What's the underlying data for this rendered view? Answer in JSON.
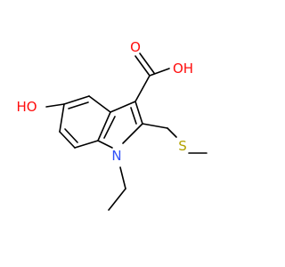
{
  "molecule": {
    "atoms": {
      "oh_acid": {
        "label": "OH",
        "color": "#ff0d0d"
      },
      "o_carbonyl": {
        "label": "O",
        "color": "#ff0d0d"
      },
      "ho_phenol": {
        "label": "HO",
        "color": "#ff0d0d"
      },
      "sulfur": {
        "label": "S",
        "color": "#b3a200"
      },
      "nitrogen": {
        "label": "N",
        "color": "#3050f8"
      }
    },
    "bond_color": "#000000"
  }
}
